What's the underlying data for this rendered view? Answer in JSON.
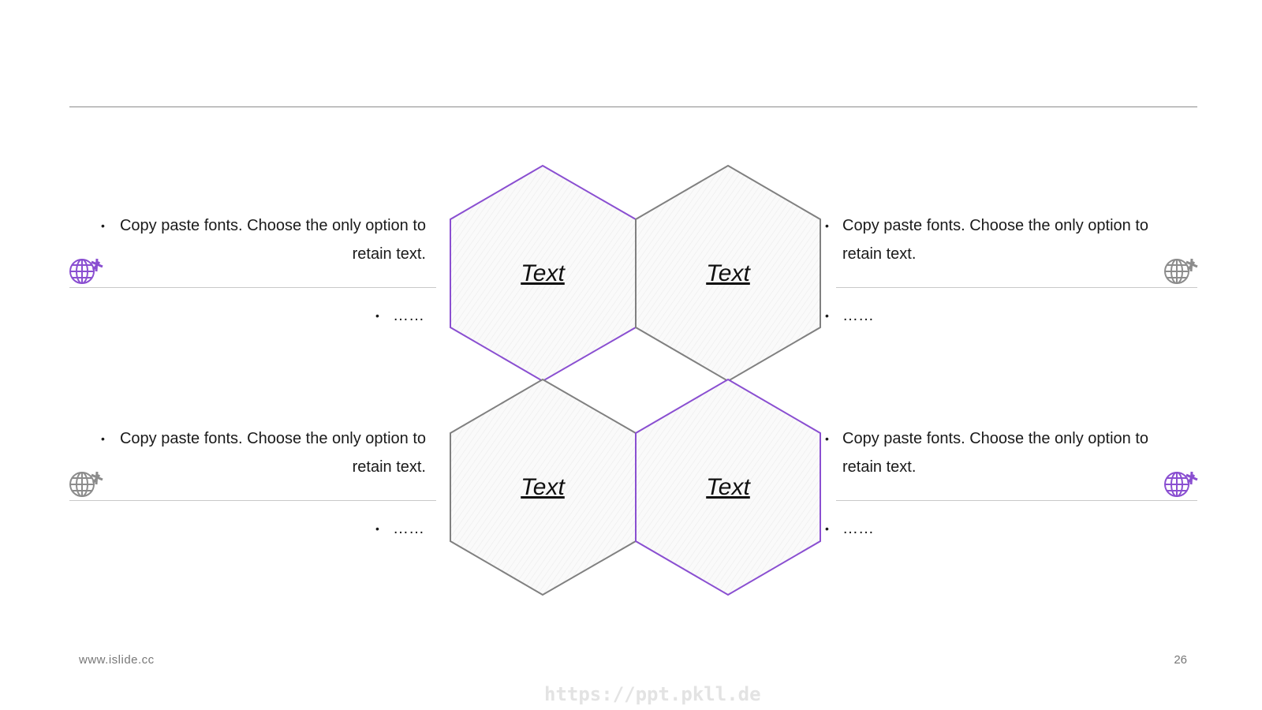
{
  "blocks": [
    {
      "main": "Copy paste fonts. Choose the only option to retain text.",
      "line1": "Copy paste fonts. Choose the only option to",
      "line2": "retain text.",
      "sub": "……"
    },
    {
      "main": "Copy paste fonts. Choose the only option to retain text.",
      "line1": "Copy paste fonts. Choose the only option to",
      "line2": "retain text.",
      "sub": "……"
    },
    {
      "main": "Copy paste fonts. Choose the only option to retain text.",
      "line1": "Copy paste fonts. Choose the only option to",
      "line2": "retain text.",
      "sub": "……"
    },
    {
      "main": "Copy paste fonts. Choose the only option to retain text.",
      "line1": "Copy paste fonts. Choose the only option to",
      "line2": "retain text.",
      "sub": "……"
    }
  ],
  "hexagons": [
    {
      "label": "Text",
      "color": "#8a4fd1"
    },
    {
      "label": "Text",
      "color": "#808080"
    },
    {
      "label": "Text",
      "color": "#808080"
    },
    {
      "label": "Text",
      "color": "#8a4fd1"
    }
  ],
  "icons": [
    {
      "name": "globe-plane-icon",
      "color": "#8a4fd1"
    },
    {
      "name": "globe-plane-icon",
      "color": "#8c8c8c"
    },
    {
      "name": "globe-plane-icon",
      "color": "#8c8c8c"
    },
    {
      "name": "globe-plane-icon",
      "color": "#8a4fd1"
    }
  ],
  "footer": {
    "url": "www.islide.cc",
    "page_number": "26",
    "watermark": "https://ppt.pkll.de"
  },
  "colors": {
    "accent": "#8a4fd1",
    "neutral": "#808080"
  }
}
